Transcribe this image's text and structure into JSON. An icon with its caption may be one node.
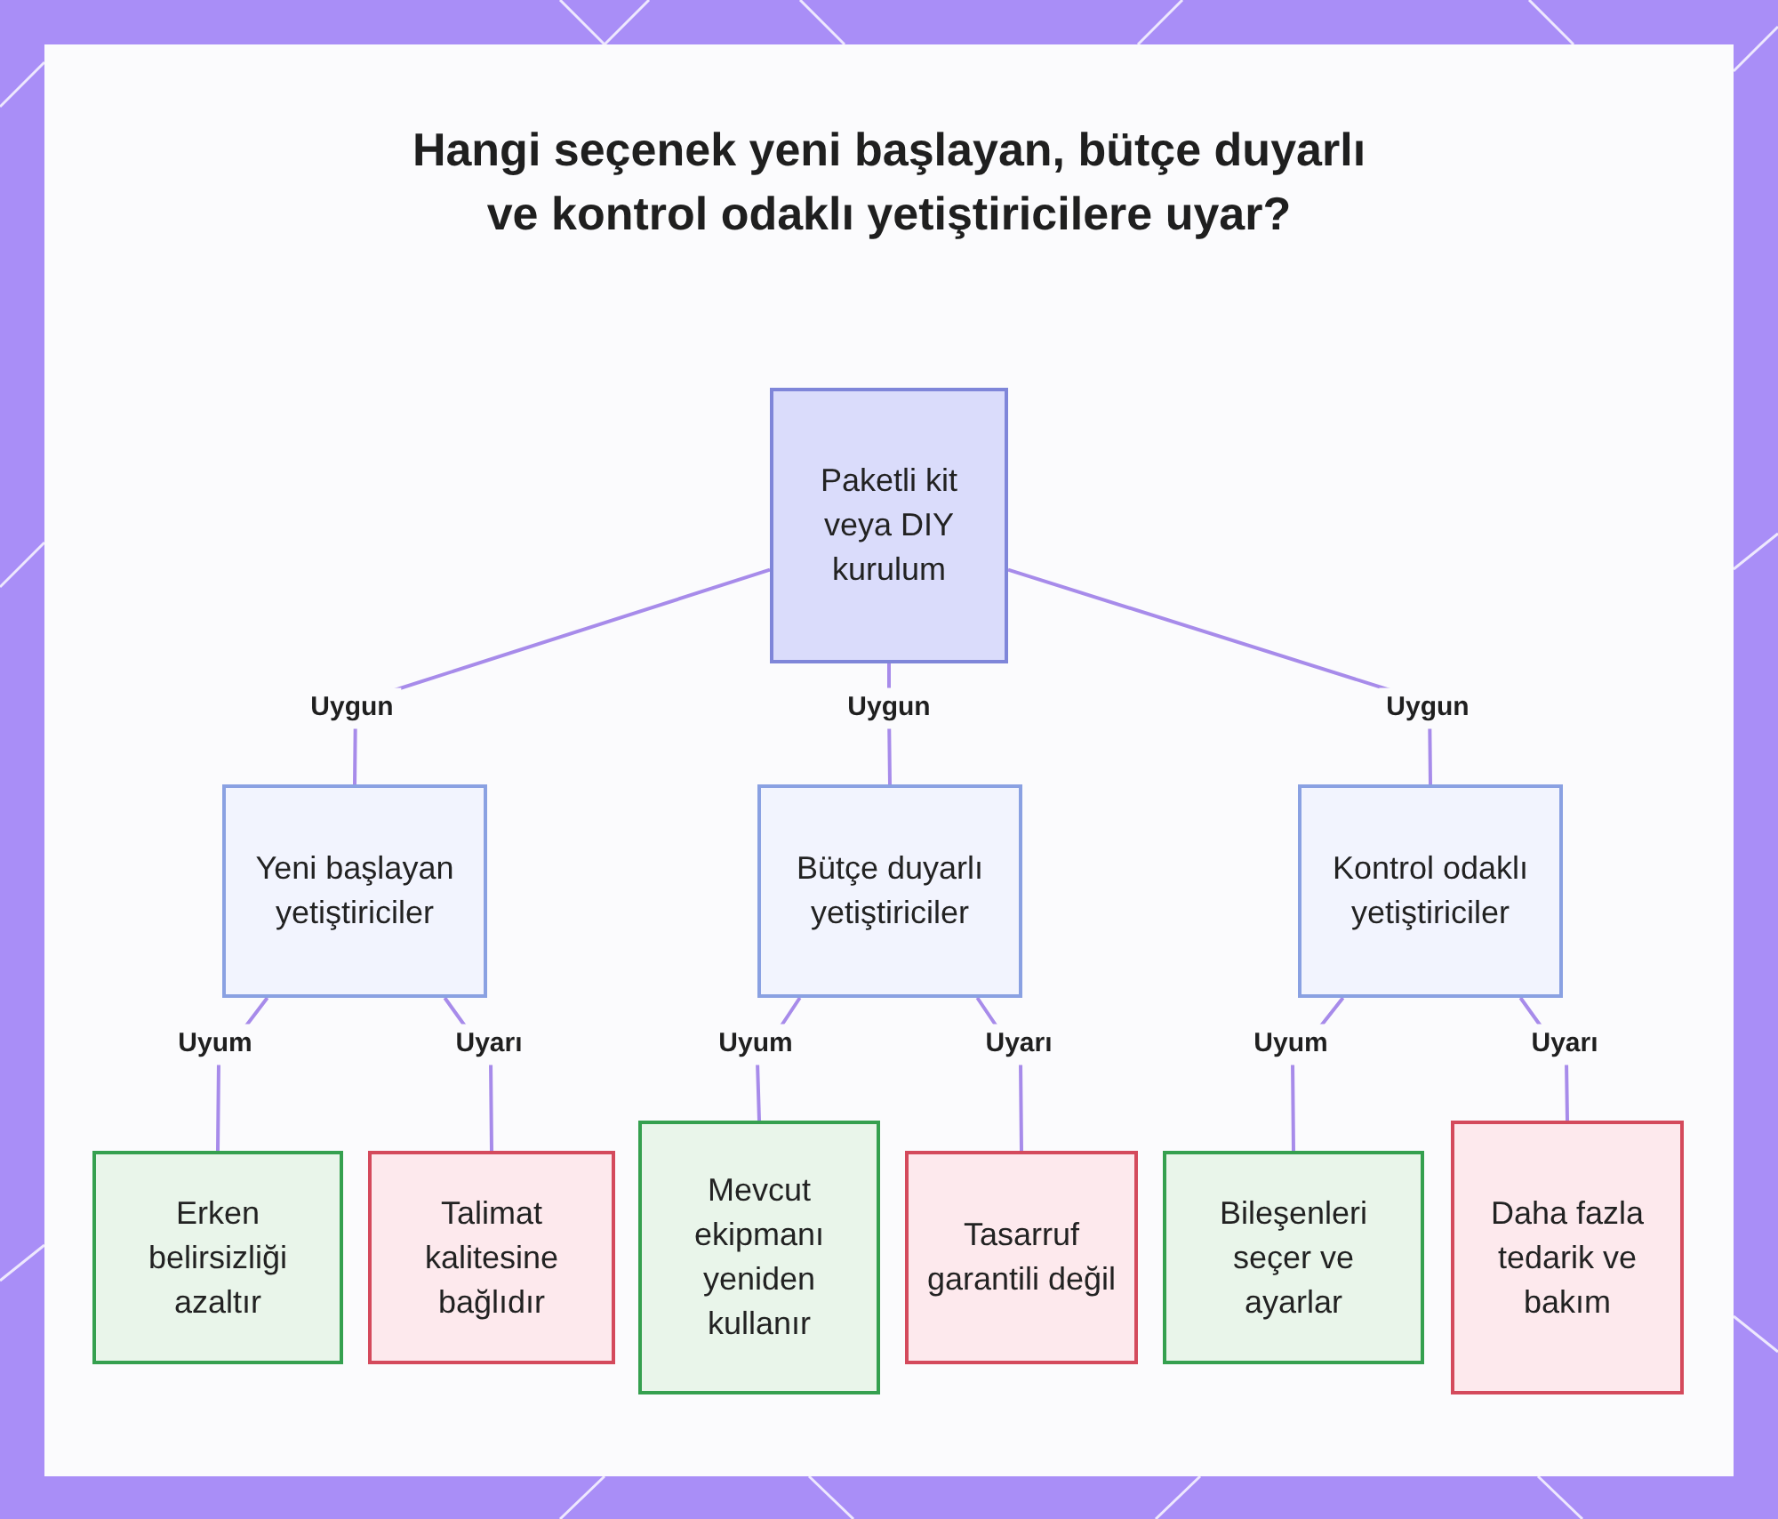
{
  "diagram": {
    "title": "Hangi seçenek yeni başlayan, bütçe duyarlı ve kontrol odaklı yetiştiricilere uyar?",
    "nodes": [
      {
        "text": [
          "Paketli kit veya DIY kurulum"
        ]
      },
      {
        "text": [
          "Yeni başlayan yetiştiriciler"
        ]
      },
      {
        "text": [
          "Bütçe duyarlı yetiştiriciler"
        ]
      },
      {
        "text": [
          "Kontrol odaklı yetiştiriciler"
        ]
      },
      {
        "text": [
          "Erken belirsizliği azaltır"
        ]
      },
      {
        "text": [
          "Talimat kalitesine bağlıdır"
        ]
      },
      {
        "text": [
          "Mevcut ekipmanı yeniden kullanır"
        ]
      },
      {
        "text": [
          "Tasarruf garantili değil"
        ]
      },
      {
        "text": [
          "Bileşenleri seçer ve ayarlar"
        ]
      },
      {
        "text": [
          "Daha fazla tedarik ve bakım"
        ]
      }
    ],
    "edges": [
      {
        "from": 0,
        "to": 1,
        "arrow": "none",
        "label": "Uygun"
      },
      {
        "from": 0,
        "to": 2,
        "arrow": "none",
        "label": "Uygun"
      },
      {
        "from": 0,
        "to": 3,
        "arrow": "none",
        "label": "Uygun"
      },
      {
        "from": 1,
        "to": 4,
        "arrow": "none",
        "label": "Uyum"
      },
      {
        "from": 1,
        "to": 5,
        "arrow": "none",
        "label": "Uyarı"
      },
      {
        "from": 2,
        "to": 6,
        "arrow": "none",
        "label": "Uyum"
      },
      {
        "from": 2,
        "to": 7,
        "arrow": "none",
        "label": "Uyarı"
      },
      {
        "from": 3,
        "to": 8,
        "arrow": "none",
        "label": "Uyum"
      },
      {
        "from": 3,
        "to": 9,
        "arrow": "none",
        "label": "Uyarı"
      }
    ]
  }
}
